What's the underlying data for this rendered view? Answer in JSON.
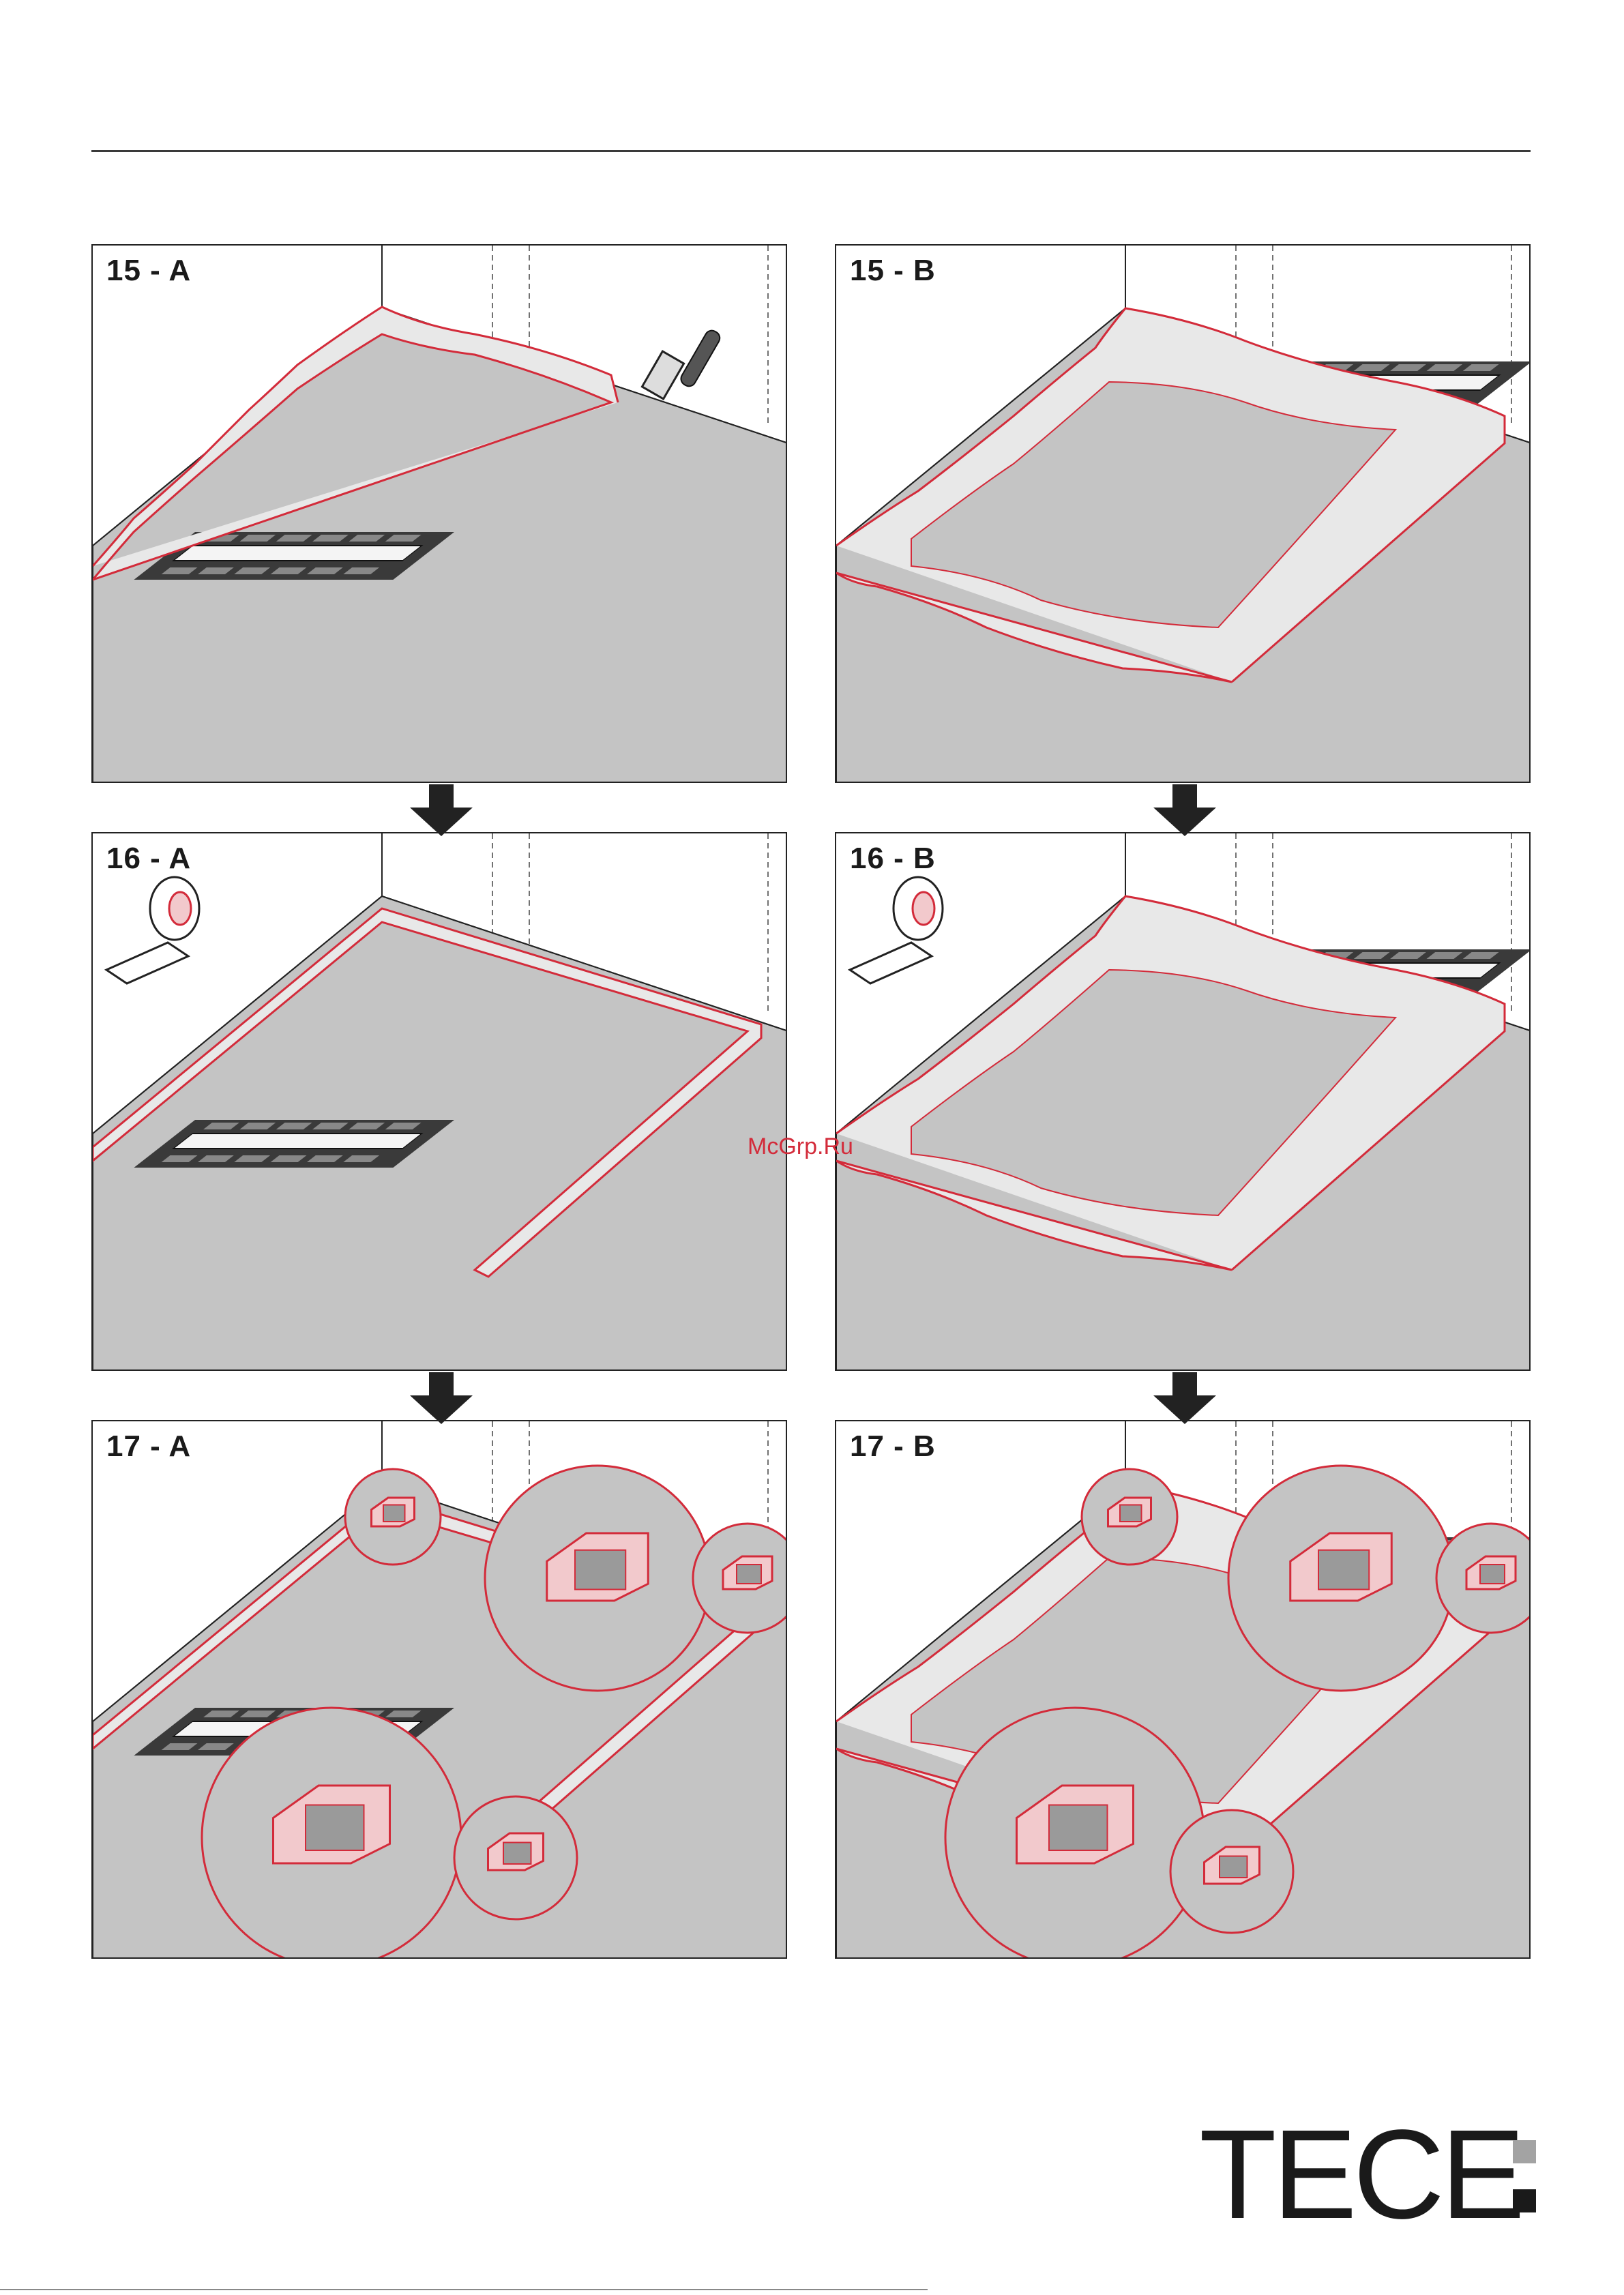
{
  "panels": [
    {
      "label": "15 - A"
    },
    {
      "label": "15 - B"
    },
    {
      "label": "16 - A"
    },
    {
      "label": "16 - B"
    },
    {
      "label": "17 - A"
    },
    {
      "label": "17 - B"
    }
  ],
  "watermark": "McGrp.Ru",
  "logo": {
    "text": "TECE"
  },
  "colors": {
    "floor": "#c4c4c4",
    "membrane": "#e8e8e8",
    "sealant": "#d32b3a",
    "drain": "#3a3a3a",
    "outline": "#222222"
  }
}
